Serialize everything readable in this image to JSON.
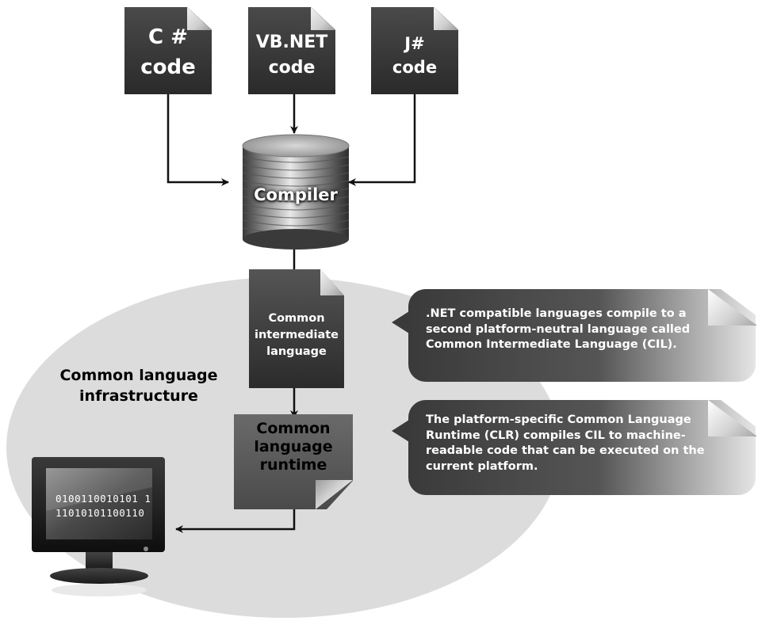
{
  "sources": [
    {
      "line1": "C #",
      "line2": "code"
    },
    {
      "line1": "VB.NET",
      "line2": "code"
    },
    {
      "line1": "J#",
      "line2": "code"
    }
  ],
  "compiler": {
    "label": "Compiler"
  },
  "cil": {
    "lines": [
      "Common",
      "intermediate",
      "language"
    ]
  },
  "clr": {
    "lines": [
      "Common",
      "language",
      "runtime"
    ]
  },
  "cli": {
    "lines": [
      "Common language",
      "infrastructure"
    ]
  },
  "callouts": [
    {
      "lines": [
        ".NET compatible languages compile to a",
        "second platform-neutral language called",
        "Common Intermediate Language (CIL)."
      ]
    },
    {
      "lines": [
        "The platform-specific Common Language",
        "Runtime (CLR) compiles CIL to machine-",
        "readable code that can be executed on the",
        "current platform."
      ]
    }
  ],
  "monitor": {
    "binary": [
      "0100110010101 1",
      "11010101100110"
    ]
  }
}
